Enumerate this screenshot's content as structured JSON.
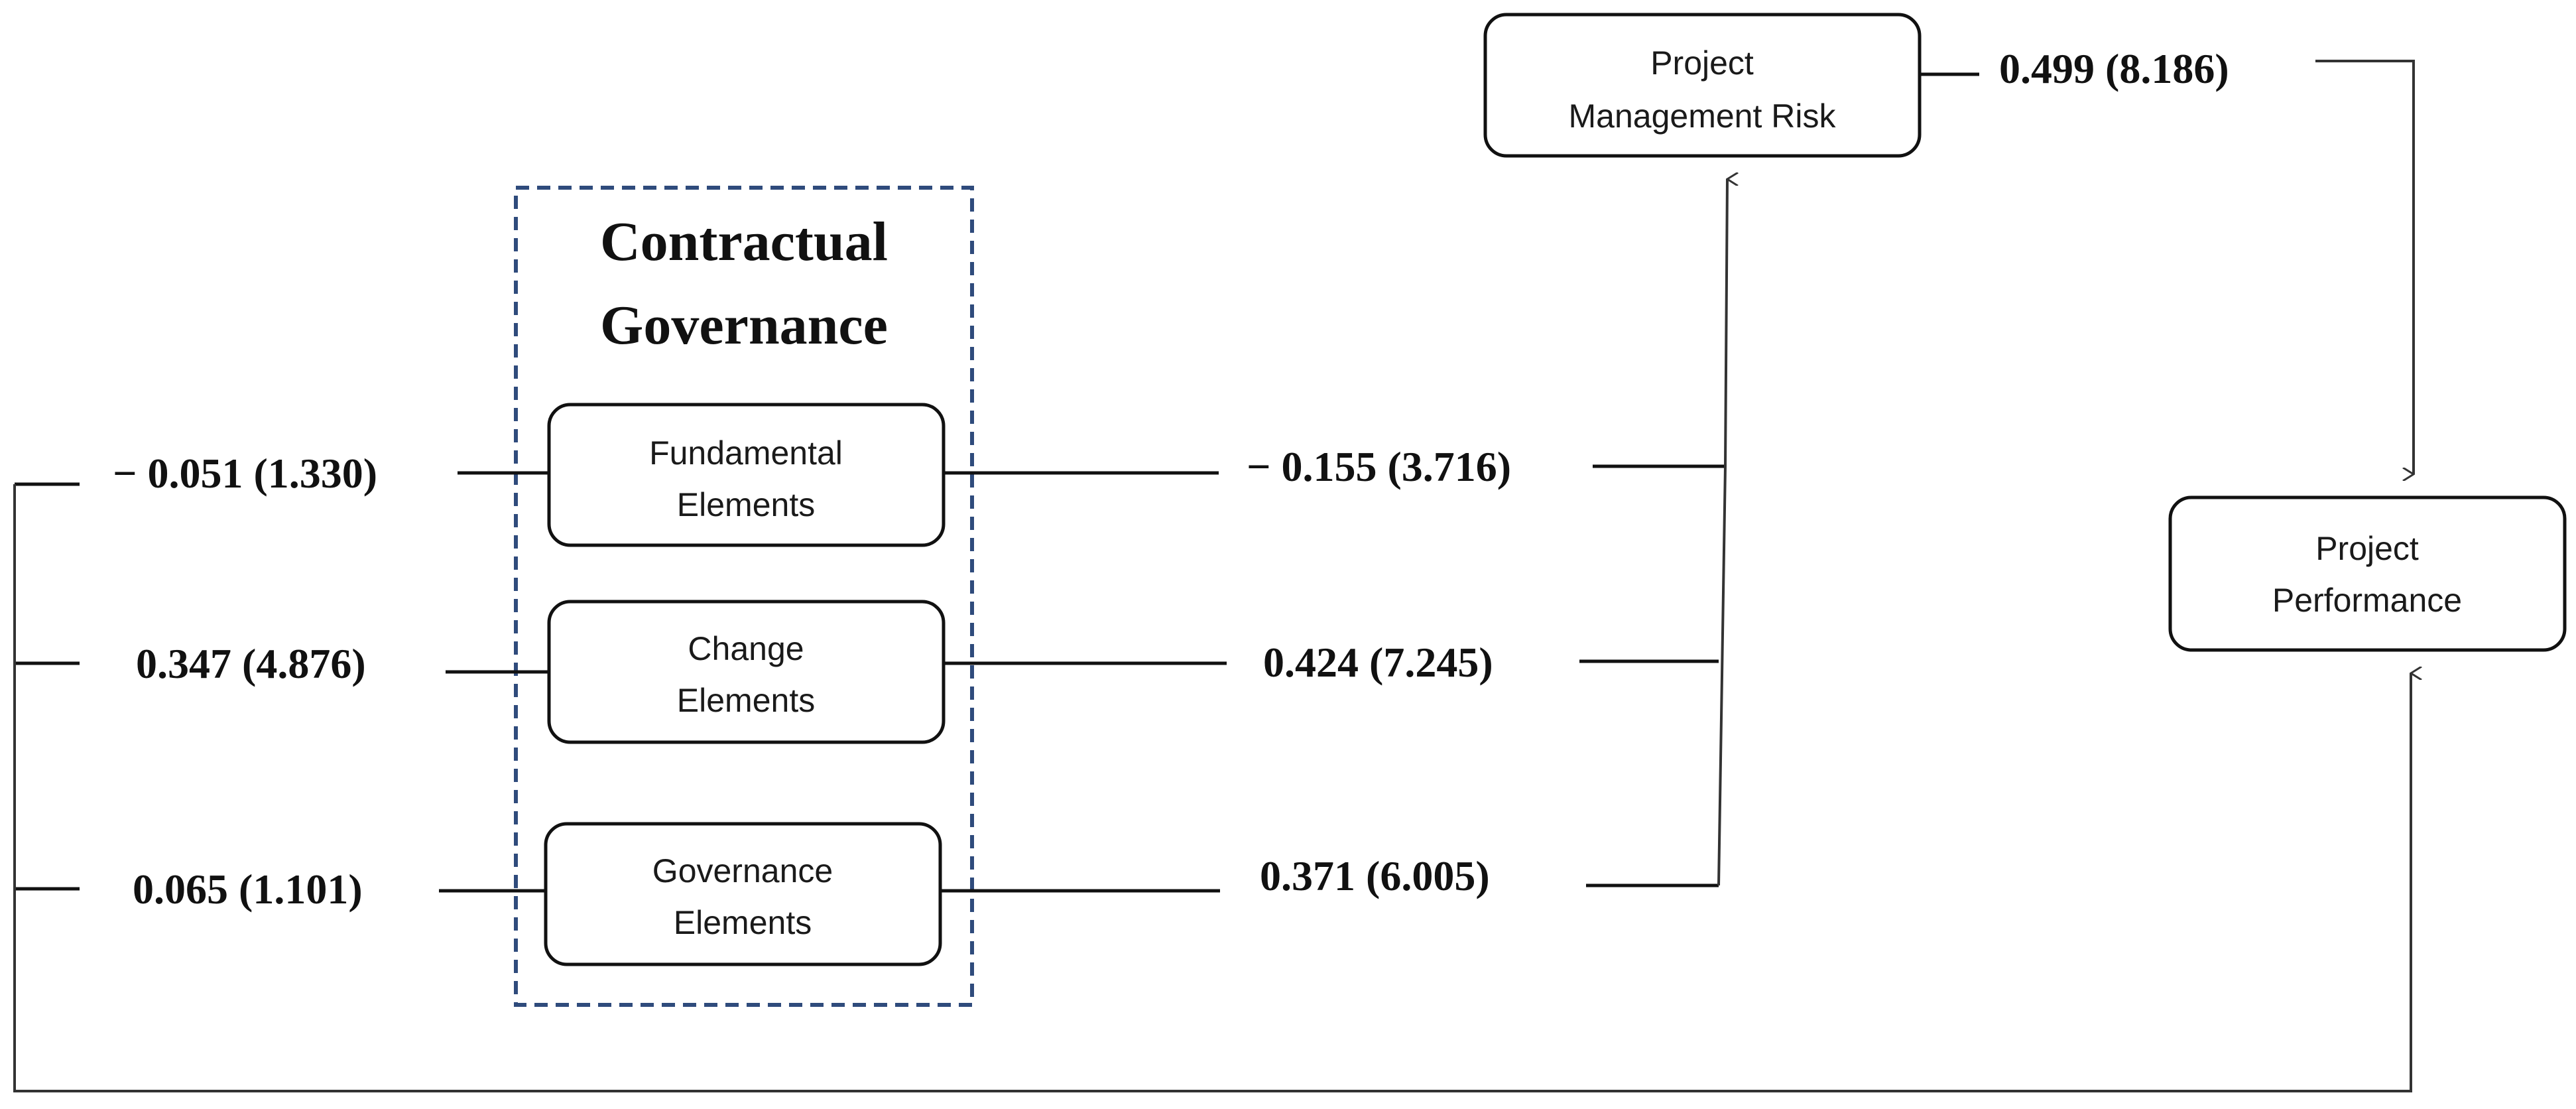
{
  "group": {
    "title_line1": "Contractual",
    "title_line2": "Governance"
  },
  "nodes": {
    "fundamental": {
      "line1": "Fundamental",
      "line2": "Elements"
    },
    "change": {
      "line1": "Change",
      "line2": "Elements"
    },
    "governance": {
      "line1": "Governance",
      "line2": "Elements"
    },
    "risk": {
      "line1": "Project",
      "line2": "Management Risk"
    },
    "performance": {
      "line1": "Project",
      "line2": "Performance"
    }
  },
  "paths": {
    "fundamental_to_performance": "− 0.051 (1.330)",
    "change_to_performance": "0.347 (4.876)",
    "governance_to_performance": "0.065 (1.101)",
    "fundamental_to_risk": "− 0.155 (3.716)",
    "change_to_risk": "0.424 (7.245)",
    "governance_to_risk": "0.371 (6.005)",
    "risk_to_performance": "0.499 (8.186)"
  },
  "colors": {
    "line": "#111111",
    "group_border": "#2f4b7c"
  }
}
